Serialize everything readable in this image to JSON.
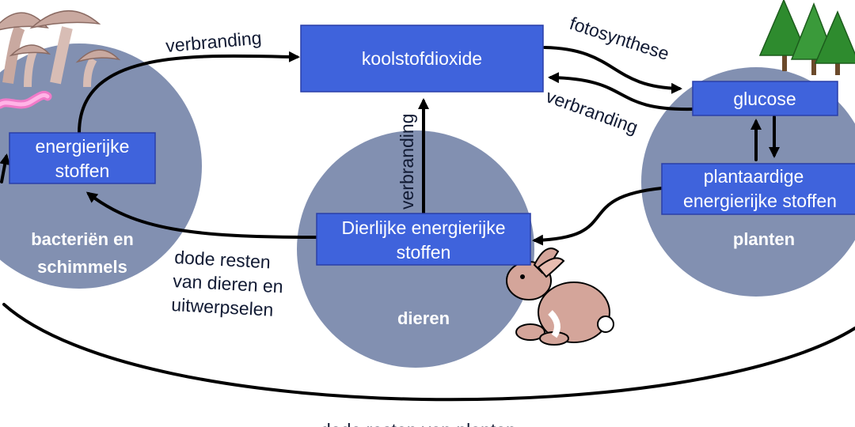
{
  "circles": {
    "bacteria": "bacteriën en",
    "bacteria_line2": "schimmels",
    "animals": "dieren",
    "plants": "planten"
  },
  "boxes": {
    "co2": "koolstofdioxide",
    "glucose": "glucose",
    "bacteria_energy_line1": "energierijke",
    "bacteria_energy_line2": "stoffen",
    "animal_energy_line1": "Dierlijke energierijke",
    "animal_energy_line2": "stoffen",
    "plant_energy_line1": "plantaardige",
    "plant_energy_line2": "energierijke stoffen"
  },
  "labels": {
    "verbranding_left": "verbranding",
    "fotosynthese": "fotosynthese",
    "verbranding_right": "verbranding",
    "verbranding_vertical": "verbranding",
    "dode_resten_dieren_line1": "dode resten",
    "dode_resten_dieren_line2": "van dieren en",
    "dode_resten_dieren_line3": "uitwerpselen",
    "dode_resten_planten": "dode resten van planten"
  },
  "colors": {
    "circle": "#8290b1",
    "box": "#3f63dc",
    "text_dark": "#111a33"
  }
}
